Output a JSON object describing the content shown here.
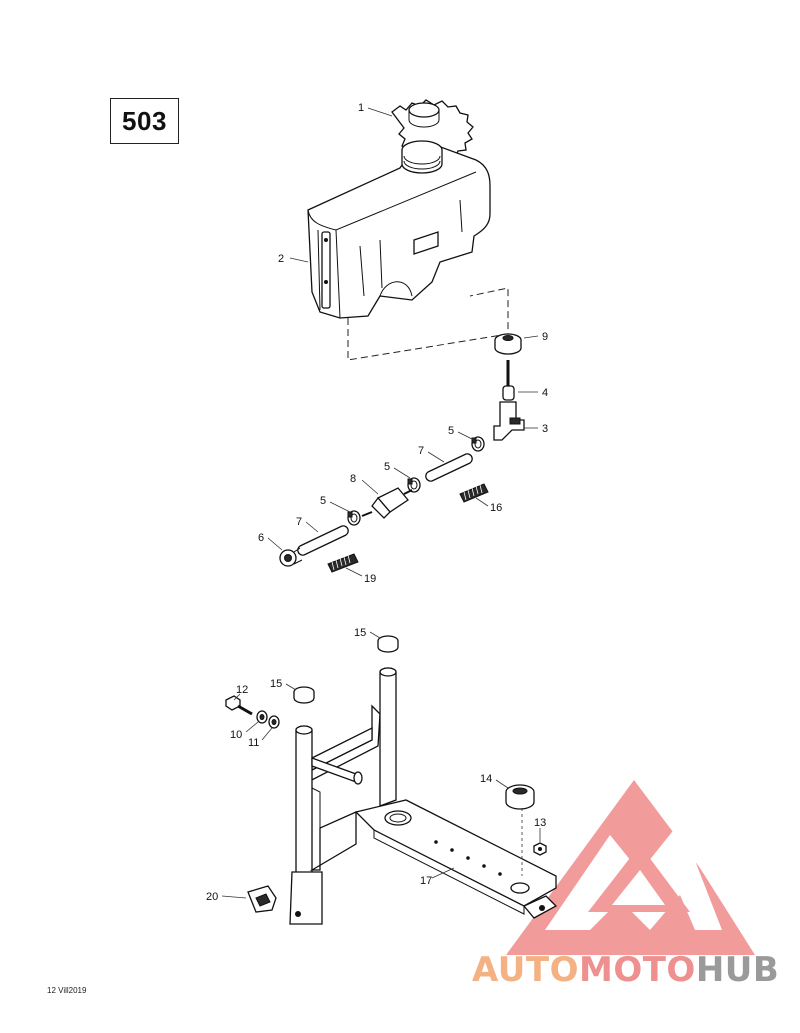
{
  "diagram_number": "503",
  "reference_code": "12 Vill2019",
  "watermark": {
    "part1": "AUTO",
    "part2": "MOTO",
    "part3": "HUB",
    "colors": {
      "auto": "#f4b183",
      "moto": "#ee9090",
      "hub": "#9a9a9a",
      "logo": "#f08a8a"
    }
  },
  "callouts": [
    "1",
    "2",
    "9",
    "4",
    "3",
    "5",
    "7",
    "5",
    "8",
    "5",
    "16",
    "7",
    "6",
    "19",
    "15",
    "15",
    "12",
    "10",
    "11",
    "14",
    "13",
    "17",
    "20"
  ]
}
